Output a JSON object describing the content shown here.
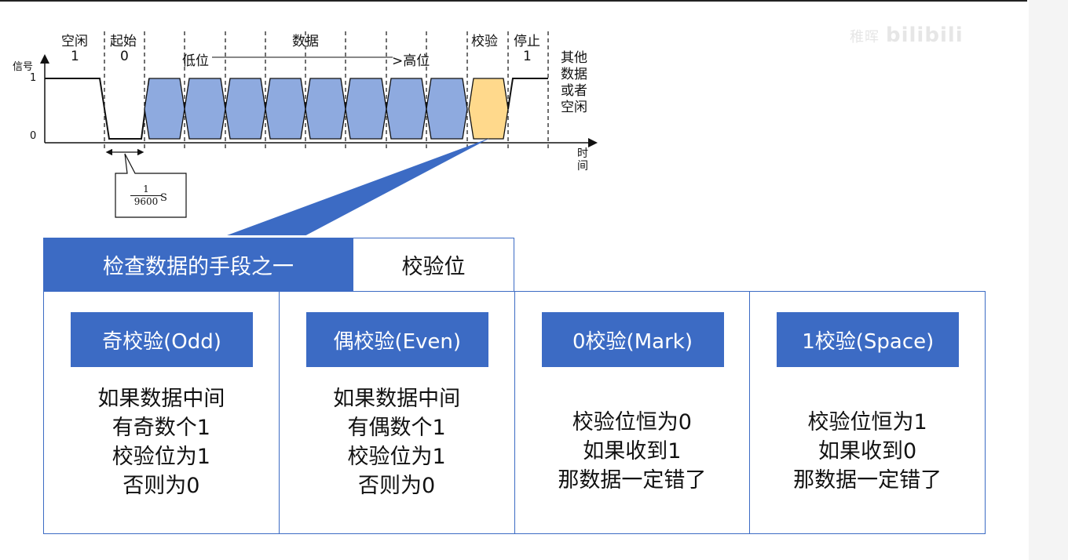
{
  "watermark": {
    "channel": "稚晖",
    "brand": "bilibili"
  },
  "diagram": {
    "y_axis_label": "信号",
    "level_1": "1",
    "level_0": "0",
    "x_axis_label_top": "时",
    "x_axis_label_bottom": "间",
    "idle_label": "空闲",
    "idle_value": "1",
    "start_label": "起始",
    "start_value": "0",
    "data_label": "数据",
    "low_bit": "低位",
    "high_bit": ">高位",
    "parity_label": "校验",
    "stop_label": "停止",
    "stop_value": "1",
    "other": [
      "其他",
      "数据",
      "或者",
      "空闲"
    ],
    "bit_time_numerator": "1",
    "bit_time_denominator": "9600",
    "bit_time_unit": "S",
    "data_fill": "#8eaadf",
    "parity_fill": "#ffd98c"
  },
  "header": {
    "title": "检查数据的手段之一",
    "subject": "校验位"
  },
  "methods": [
    {
      "name": "奇校验(Odd)",
      "lines": [
        "如果数据中间",
        "有奇数个1",
        "校验位为1",
        "否则为0"
      ]
    },
    {
      "name": "偶校验(Even)",
      "lines": [
        "如果数据中间",
        "有偶数个1",
        "校验位为1",
        "否则为0"
      ]
    },
    {
      "name": "0校验(Mark)",
      "lines": [
        "校验位恒为0",
        "如果收到1",
        "那数据一定错了"
      ]
    },
    {
      "name": "1校验(Space)",
      "lines": [
        "校验位恒为1",
        "如果收到0",
        "那数据一定错了"
      ]
    }
  ],
  "colors": {
    "accent": "#3c6bc4"
  }
}
